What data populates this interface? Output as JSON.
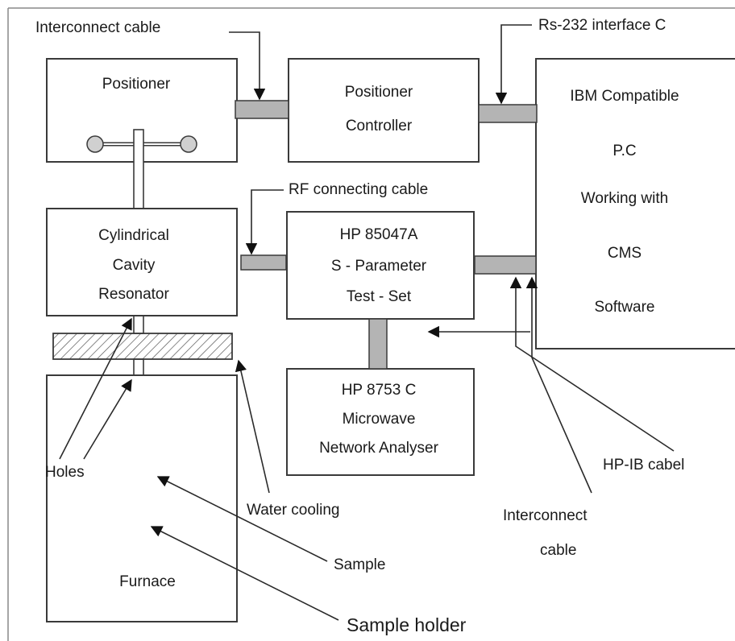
{
  "labels": {
    "interconnect_cable_top": "Interconnect  cable",
    "rs232": "Rs-232  interface C",
    "positioner": "Positioner",
    "positioner_controller": [
      "Positioner",
      "Controller"
    ],
    "pc": [
      "IBM Compatible",
      "P.C",
      "Working with",
      "CMS",
      "Software"
    ],
    "rf_cable": "RF connecting cable",
    "cavity": [
      "Cylindrical",
      "Cavity",
      "Resonator"
    ],
    "test_set": [
      "HP 85047A",
      "S - Parameter",
      "Test - Set"
    ],
    "analyser": [
      "HP 8753 C",
      "Microwave",
      "Network Analyser"
    ],
    "holes": "Holes",
    "water_cooling": "Water  cooling",
    "hpib": "HP-IB cabel",
    "interconnect_cable_bottom": [
      "Interconnect",
      "cable"
    ],
    "sample": "Sample",
    "furnace": "Furnace",
    "sample_holder": "Sample holder"
  }
}
